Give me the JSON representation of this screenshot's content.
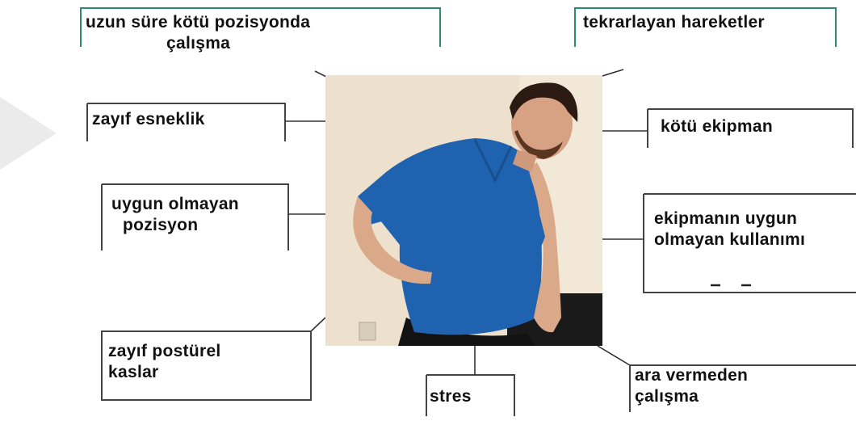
{
  "labels": {
    "poor_posture_long": [
      "uzun süre kötü pozisyonda",
      "çalışma"
    ],
    "repetitive_moves": "tekrarlayan hareketler",
    "weak_flexibility": "zayıf esneklik",
    "bad_equipment": "kötü ekipman",
    "wrong_position": [
      "uygun olmayan",
      "pozisyon"
    ],
    "equipment_misuse": [
      "ekipmanın uygun",
      "olmayan kullanımı"
    ],
    "weak_muscles": [
      "zayıf postürel",
      "kaslar"
    ],
    "stress": "stres",
    "no_break": [
      "ara vermeden",
      "çalışma"
    ]
  },
  "colors": {
    "box_border_teal": "#2e8b6e",
    "box_border_gray": "#444444",
    "connector": "#333333"
  },
  "photo": {
    "subject": "man-in-blue-scrubs-holding-lower-back-in-pain"
  }
}
